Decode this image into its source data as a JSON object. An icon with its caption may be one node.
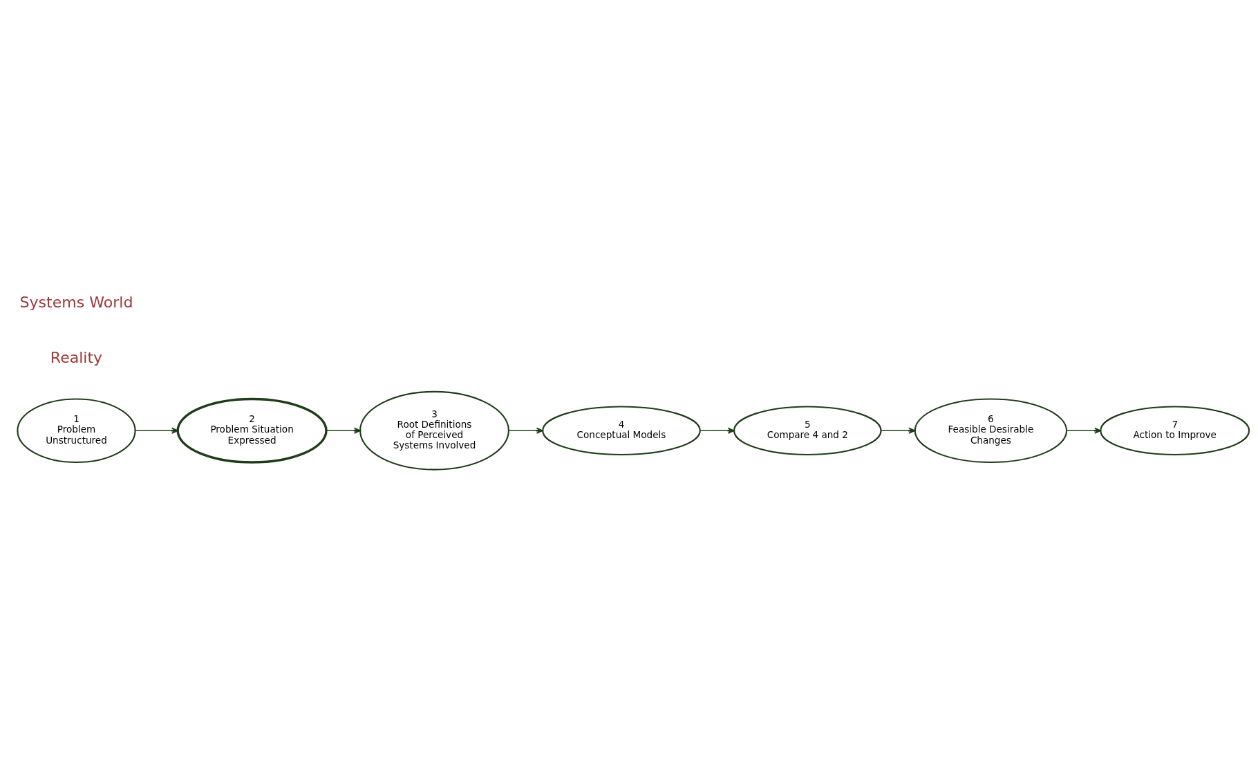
{
  "diagram": {
    "nodes": [
      {
        "text": [
          "1",
          "Problem Unstructured"
        ]
      },
      {
        "text": [
          "2",
          "Problem Situation Expressed"
        ]
      },
      {
        "text": [
          "3",
          "Root Definitions of Perceived Systems Involved"
        ]
      },
      {
        "text": [
          "4",
          "Conceptual Models"
        ]
      },
      {
        "text": [
          "5",
          "Compare 4 and 2"
        ]
      },
      {
        "text": [
          "6",
          "Feasible Desirable Changes"
        ]
      },
      {
        "text": [
          "7",
          "Action to Improve"
        ]
      }
    ],
    "edges": [
      {
        "from": 0,
        "to": 1,
        "arrow": "to"
      },
      {
        "from": 1,
        "to": 2,
        "arrow": "to"
      },
      {
        "from": 2,
        "to": 3,
        "arrow": "to"
      },
      {
        "from": 3,
        "to": 4,
        "arrow": "to"
      },
      {
        "from": 4,
        "to": 5,
        "arrow": "to"
      },
      {
        "from": 5,
        "to": 6,
        "arrow": "to"
      }
    ],
    "labels": [
      "Reality",
      "Systems World"
    ]
  }
}
